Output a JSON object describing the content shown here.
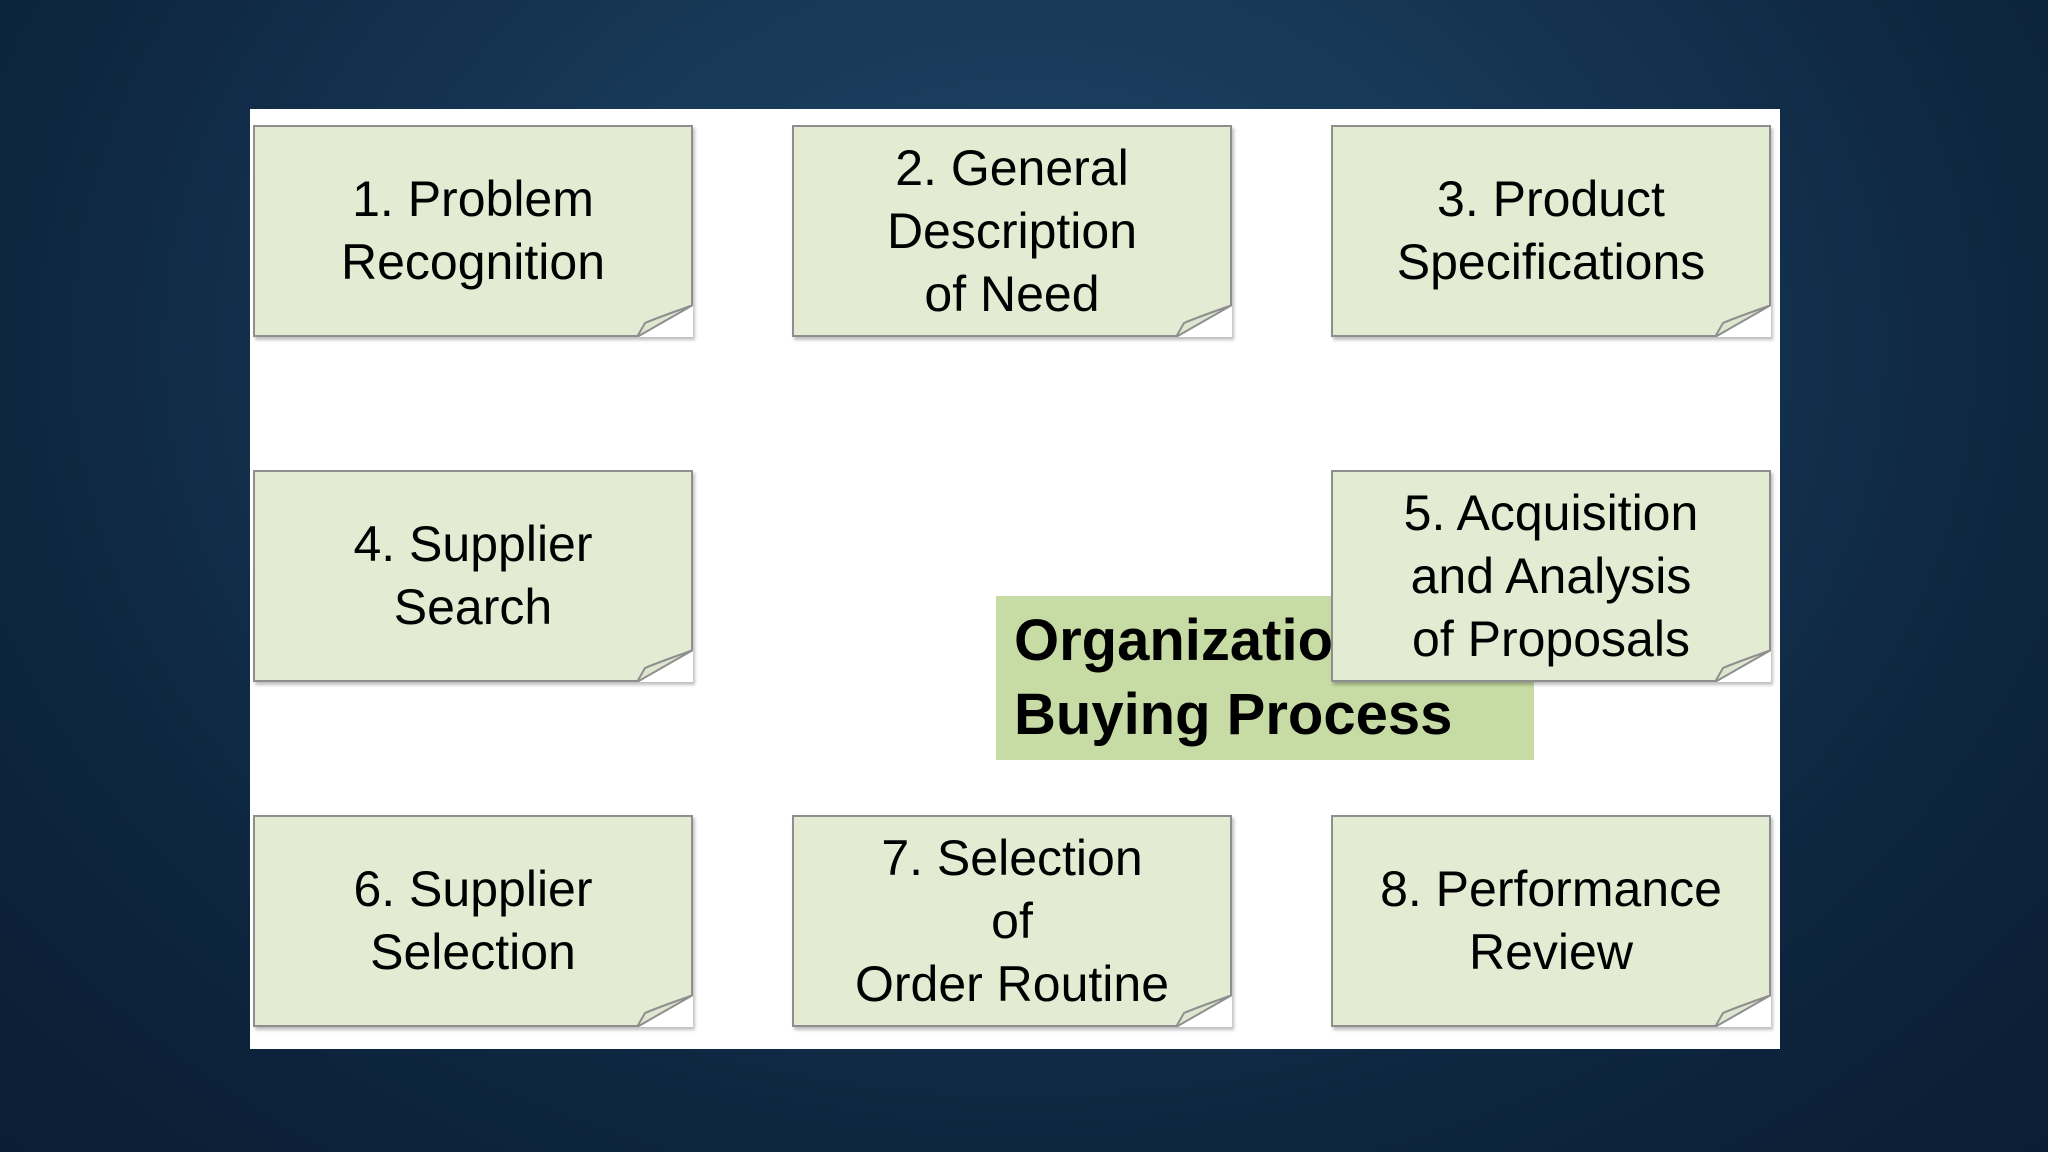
{
  "diagram": {
    "title": "Organizational\nBuying Process",
    "steps": [
      {
        "label": "1. Problem\nRecognition"
      },
      {
        "label": "2. General\nDescription\nof Need"
      },
      {
        "label": "3. Product\nSpecifications"
      },
      {
        "label": "4. Supplier\nSearch"
      },
      {
        "label": "5. Acquisition\nand Analysis\nof Proposals"
      },
      {
        "label": "6. Supplier\nSelection"
      },
      {
        "label": "7. Selection\nof\nOrder Routine"
      },
      {
        "label": "8. Performance\nReview"
      }
    ]
  },
  "colors": {
    "note_fill": "#e3ebd3",
    "title_fill": "#c6dca4",
    "background": "#173856"
  }
}
